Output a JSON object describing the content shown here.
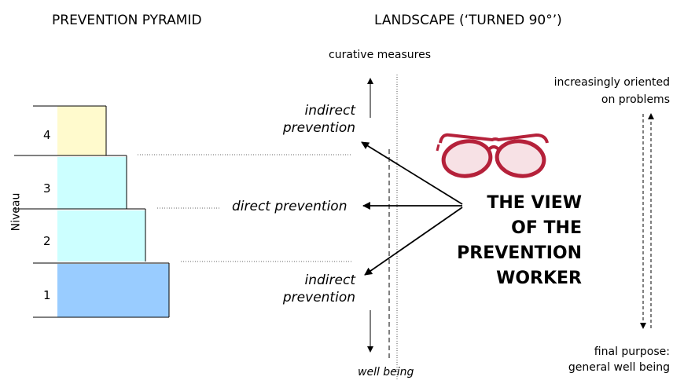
{
  "headers": {
    "left": "PREVENTION PYRAMID",
    "right": "LANDSCAPE (‘TURNED 90°’)"
  },
  "pyramid": {
    "axis_label": "Niveau",
    "levels": [
      {
        "label": "4",
        "color": "#FFFACD"
      },
      {
        "label": "3",
        "color": "#CCFFFF"
      },
      {
        "label": "2",
        "color": "#CCFFFF"
      },
      {
        "label": "1",
        "color": "#99CCFF"
      }
    ]
  },
  "landscape": {
    "top_label": "curative measures",
    "bottom_label": "well being",
    "indirect_top": [
      "indirect",
      "prevention"
    ],
    "direct": "direct prevention",
    "indirect_bottom": [
      "indirect",
      "prevention"
    ],
    "view_title": [
      "THE VIEW",
      "OF THE",
      "PREVENTION",
      "WORKER"
    ],
    "glasses_icon": "red-eyeglasses-icon",
    "right_top": [
      "increasingly oriented",
      "on problems"
    ],
    "right_bottom": [
      "final purpose:",
      "general well being"
    ],
    "colors": {
      "glasses": "#B5213A"
    }
  }
}
